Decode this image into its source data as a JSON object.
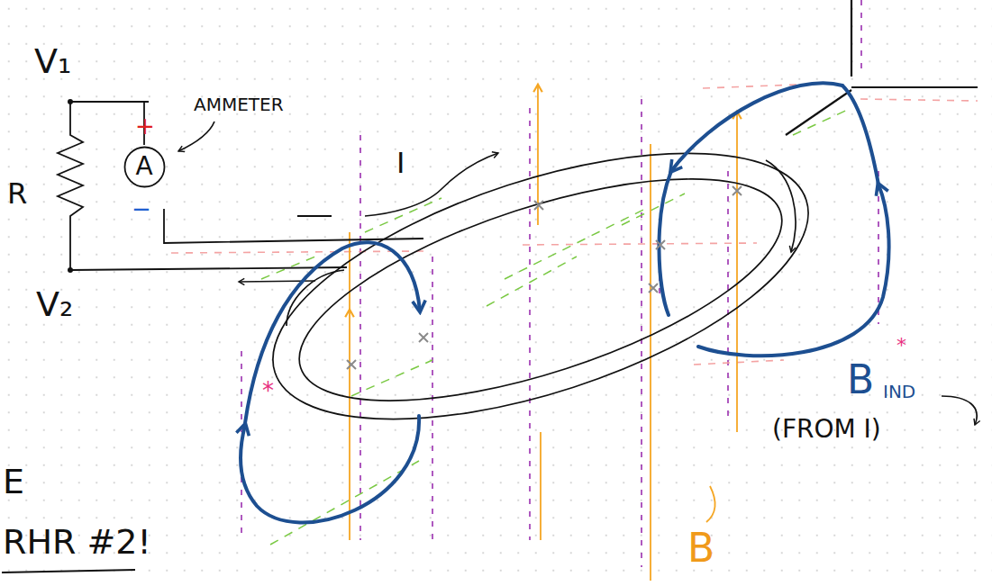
{
  "diagram": {
    "nodes": [
      {
        "text": [
          "A"
        ]
      }
    ],
    "edges": [],
    "labels": [
      "V₁",
      "AMMETER",
      "+",
      "R",
      "−",
      "I",
      "V₂",
      "*",
      "B",
      "*",
      "B",
      "IND",
      "(FROM I)",
      "E",
      "RHR #2!"
    ]
  }
}
